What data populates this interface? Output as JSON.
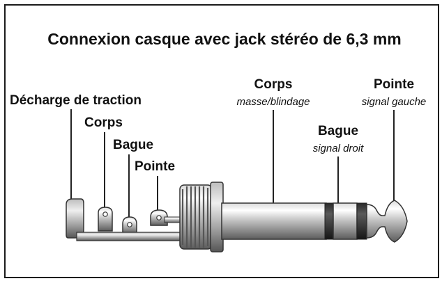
{
  "title": "Connexion casque avec jack stéréo de 6,3 mm",
  "labels": {
    "decharge": "Décharge de traction",
    "corps_left": "Corps",
    "bague_left": "Bague",
    "pointe_left": "Pointe",
    "corps_right": "Corps",
    "corps_right_sub": "masse/blindage",
    "bague_right": "Bague",
    "bague_right_sub": "signal droit",
    "pointe_right": "Pointe",
    "pointe_right_sub": "signal gauche"
  }
}
